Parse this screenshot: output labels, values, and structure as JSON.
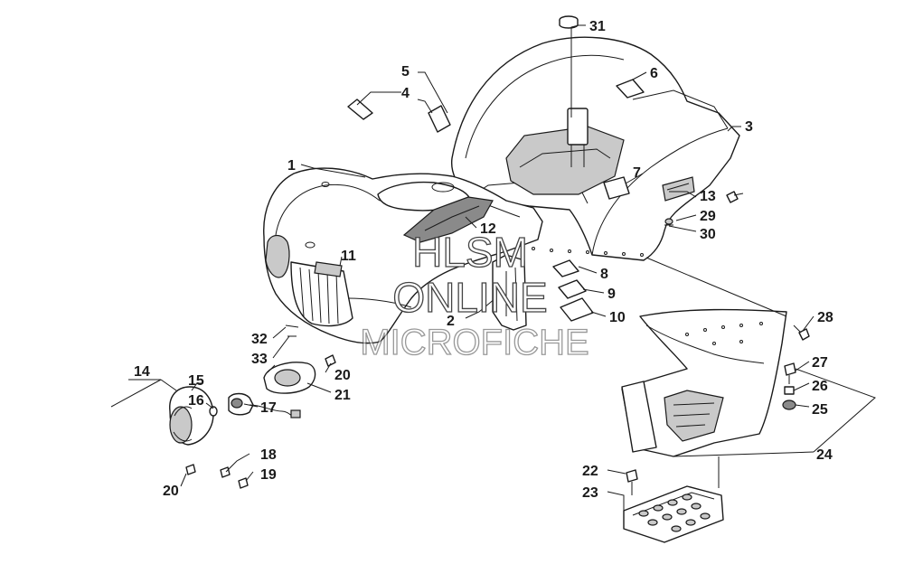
{
  "watermark": {
    "line1": "HLSM",
    "line2": "ONLINE",
    "line3": "MICROFICHE"
  },
  "callouts": [
    {
      "id": "c1",
      "number": "1"
    },
    {
      "id": "c2",
      "number": "2"
    },
    {
      "id": "c3",
      "number": "3"
    },
    {
      "id": "c4",
      "number": "4"
    },
    {
      "id": "c5",
      "number": "5"
    },
    {
      "id": "c6",
      "number": "6"
    },
    {
      "id": "c7",
      "number": "7"
    },
    {
      "id": "c8",
      "number": "8"
    },
    {
      "id": "c9",
      "number": "9"
    },
    {
      "id": "c10",
      "number": "10"
    },
    {
      "id": "c11",
      "number": "11"
    },
    {
      "id": "c12",
      "number": "12"
    },
    {
      "id": "c13",
      "number": "13"
    },
    {
      "id": "c14",
      "number": "14"
    },
    {
      "id": "c15",
      "number": "15"
    },
    {
      "id": "c16",
      "number": "16"
    },
    {
      "id": "c17",
      "number": "17"
    },
    {
      "id": "c18",
      "number": "18"
    },
    {
      "id": "c19",
      "number": "19"
    },
    {
      "id": "c20a",
      "number": "20"
    },
    {
      "id": "c20b",
      "number": "20"
    },
    {
      "id": "c21",
      "number": "21"
    },
    {
      "id": "c22",
      "number": "22"
    },
    {
      "id": "c23",
      "number": "23"
    },
    {
      "id": "c24",
      "number": "24"
    },
    {
      "id": "c25",
      "number": "25"
    },
    {
      "id": "c26",
      "number": "26"
    },
    {
      "id": "c27",
      "number": "27"
    },
    {
      "id": "c28",
      "number": "28"
    },
    {
      "id": "c29",
      "number": "29"
    },
    {
      "id": "c30",
      "number": "30"
    },
    {
      "id": "c31",
      "number": "31"
    },
    {
      "id": "c32",
      "number": "32"
    },
    {
      "id": "c33",
      "number": "33"
    }
  ]
}
